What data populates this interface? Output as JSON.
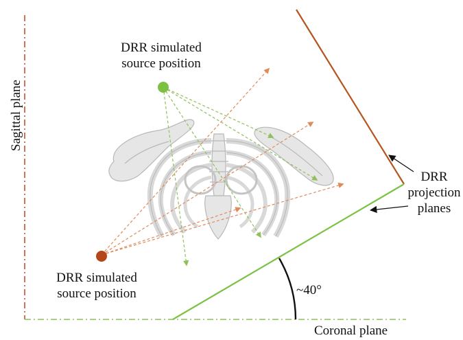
{
  "labels": {
    "source_top": [
      "DRR simulated",
      "source position"
    ],
    "source_bottom": [
      "DRR simulated",
      "source position"
    ],
    "projection": [
      "DRR",
      "projection",
      "planes"
    ],
    "sagittal": "Sagittal plane",
    "coronal": "Coronal plane",
    "angle": "~40°"
  },
  "colors": {
    "sagittal_axis": "#c0522a",
    "coronal_axis": "#8cbf5a",
    "projection_plane_orange": "#b5541e",
    "projection_plane_green": "#7bc142",
    "source_green": "#7cc142",
    "source_orange": "#b4471a",
    "ray_orange": "#e08a5a",
    "ray_green": "#8ec05c",
    "bone_fill": "#e6e6e6",
    "bone_stroke": "#b8b8b8"
  }
}
